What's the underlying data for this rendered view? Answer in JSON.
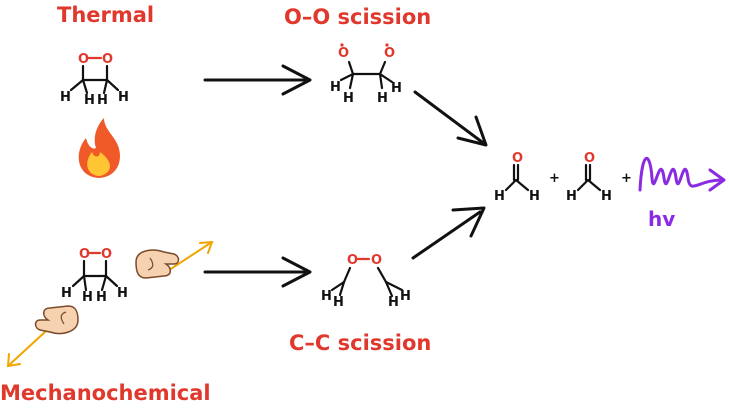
{
  "labels": {
    "thermal": "Thermal",
    "oo_scission": "O–O scission",
    "cc_scission": "C–C scission",
    "mechanochemical": "Mechanochemical",
    "hv": "hv"
  },
  "atoms": {
    "O": "O",
    "H": "H",
    "plus": "+"
  },
  "icons": {
    "flame": "flame-icon",
    "hand_left": "pulling-hand-icon",
    "hand_right": "pulling-hand-icon",
    "wave": "photon-wave-icon"
  },
  "colors": {
    "label_red": "#e0382c",
    "oxygen_red": "#e0382c",
    "photon_purple": "#8a2be2",
    "force_orange": "#f0a500"
  }
}
